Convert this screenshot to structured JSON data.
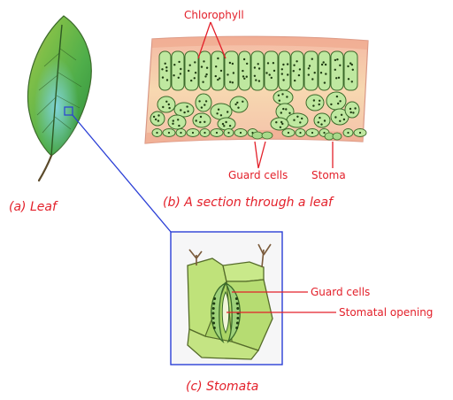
{
  "labels": {
    "chlorophyll": "Chlorophyll",
    "guard_cells_section": "Guard cells",
    "stoma": "Stoma",
    "guard_cells_stomata": "Guard cells",
    "stomatal_opening": "Stomatal opening"
  },
  "captions": {
    "leaf": "(a) Leaf",
    "section": "(b) A section through a leaf",
    "stomata": "(c) Stomata"
  },
  "colors": {
    "label_red": "#e3202a",
    "zoom_blue": "#2b3fd6",
    "cell_green": "#bfe8a0",
    "tissue_pink": "#f6c7b6"
  }
}
